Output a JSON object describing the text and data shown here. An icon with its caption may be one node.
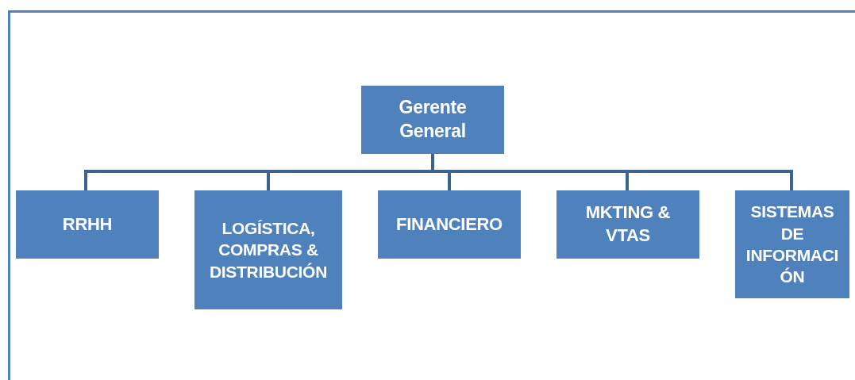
{
  "diagram": {
    "nodes": [
      {
        "text": [
          "Gerente General"
        ]
      },
      {
        "text": [
          "RRHH"
        ]
      },
      {
        "text": [
          "LOGÍSTICA, COMPRAS & DISTRIBUCIÓN"
        ]
      },
      {
        "text": [
          "FINANCIERO"
        ]
      },
      {
        "text": [
          "MKTING & VTAS"
        ]
      },
      {
        "text": [
          "SISTEMAS DE INFORMACIÓN"
        ]
      }
    ],
    "edges": [
      {
        "from": 0,
        "to": 1,
        "arrow": "none"
      },
      {
        "from": 0,
        "to": 2,
        "arrow": "none"
      },
      {
        "from": 0,
        "to": 3,
        "arrow": "none"
      },
      {
        "from": 0,
        "to": 4,
        "arrow": "none"
      },
      {
        "from": 0,
        "to": 5,
        "arrow": "none"
      }
    ]
  }
}
